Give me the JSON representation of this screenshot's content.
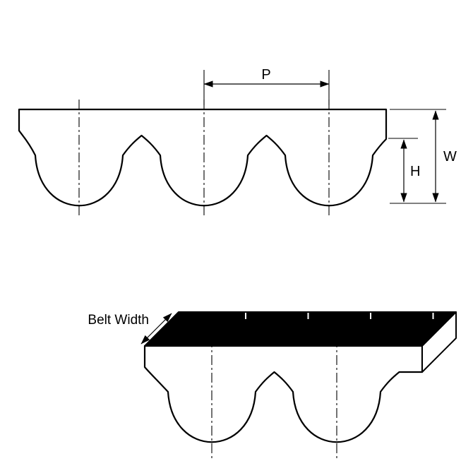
{
  "figure": {
    "top_view": {
      "labels": {
        "pitch": "P",
        "width": "W",
        "height": "H"
      }
    },
    "bottom_view": {
      "belt_width_label": "Belt Width"
    }
  },
  "colors": {
    "line": "#000000",
    "background": "#ffffff",
    "belt_fill": "#ffffff",
    "surface_fill": "#000000"
  }
}
